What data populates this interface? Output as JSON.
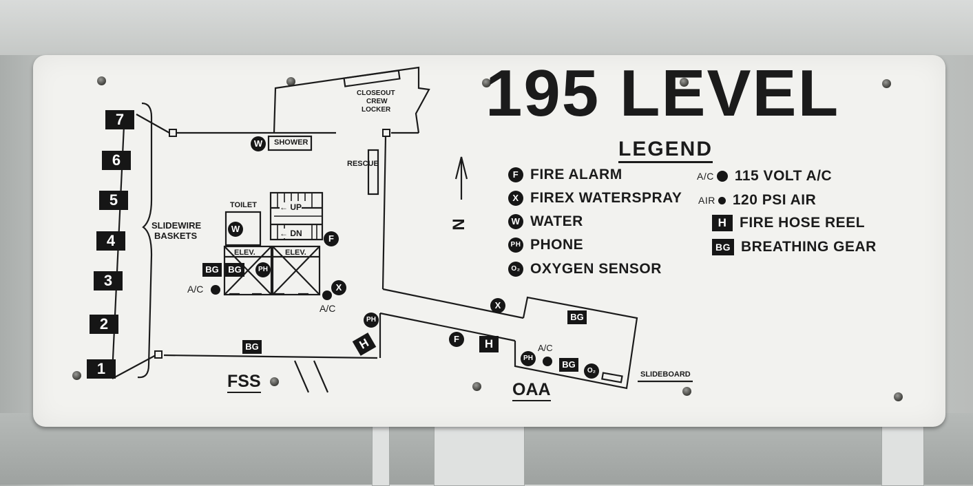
{
  "sign": {
    "title": "195 LEVEL",
    "legend_heading": "LEGEND",
    "legend_left": [
      {
        "symbol": "F",
        "label": "FIRE ALARM"
      },
      {
        "symbol": "X",
        "label": "FIREX WATERSPRAY"
      },
      {
        "symbol": "W",
        "label": "WATER"
      },
      {
        "symbol": "PH",
        "label": "PHONE"
      },
      {
        "symbol": "O₂",
        "label": "OXYGEN SENSOR"
      }
    ],
    "legend_right": [
      {
        "prefix": "A/C",
        "label": "115 VOLT A/C"
      },
      {
        "prefix": "AIR",
        "label": "120 PSI AIR"
      },
      {
        "symbol": "H",
        "label": "FIRE HOSE REEL"
      },
      {
        "symbol": "BG",
        "label": "BREATHING GEAR"
      }
    ],
    "levels": [
      "7",
      "6",
      "5",
      "4",
      "3",
      "2",
      "1"
    ],
    "map_labels": {
      "slidewire": "SLIDEWIRE",
      "baskets": "BASKETS",
      "closeout1": "CLOSEOUT",
      "closeout2": "CREW",
      "closeout3": "LOCKER",
      "shower": "SHOWER",
      "rescue": "RESCUE",
      "toilet": "TOILET",
      "up": "← UP",
      "dn": "← DN",
      "elev": "ELEV.",
      "ac": "A/C",
      "fss": "FSS",
      "oaa": "OAA",
      "slideboard": "SLIDEBOARD",
      "north": "N"
    },
    "map_symbols": {
      "bg": "BG",
      "ph": "PH",
      "w": "W",
      "f": "F",
      "x": "X",
      "h": "H",
      "o2": "O₂"
    }
  }
}
